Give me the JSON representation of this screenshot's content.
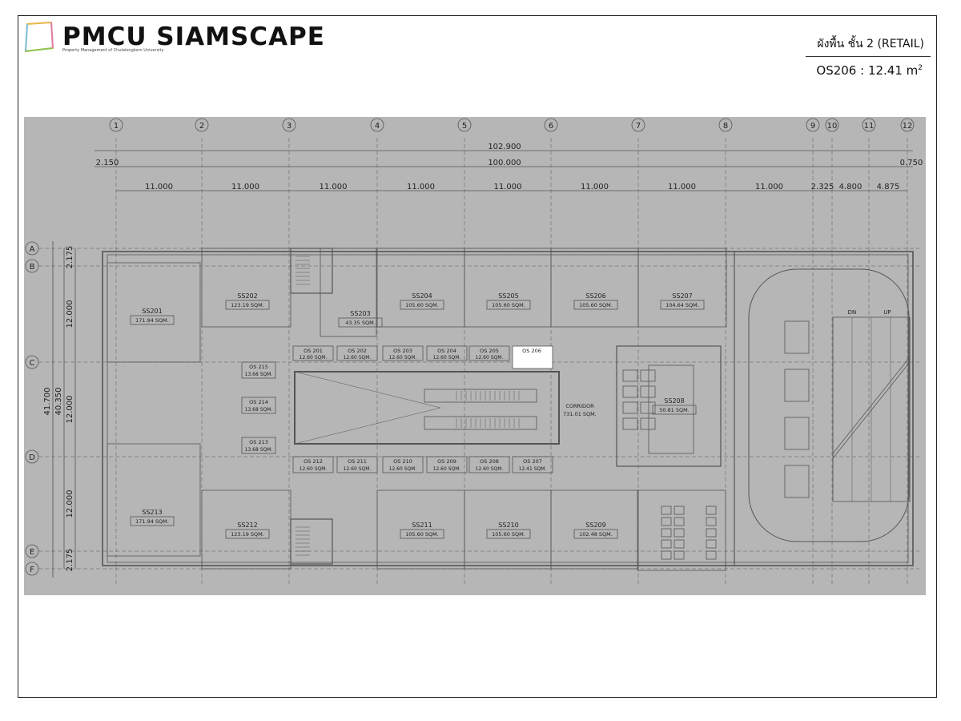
{
  "header": {
    "logo_text": "PMCU SIAMSCAPE",
    "logo_subtitle": "Property Management of Chulalongkorn University",
    "plan_title": "ผังพื้น ชั้น 2 (RETAIL)",
    "unit_label": "OS206 : 12.41 m",
    "unit_exp": "2"
  },
  "grid": {
    "columns": [
      "1",
      "2",
      "3",
      "4",
      "5",
      "6",
      "7",
      "8",
      "9",
      "10",
      "11",
      "12"
    ],
    "rows": [
      "A",
      "B",
      "C",
      "D",
      "E",
      "F"
    ]
  },
  "dimensions": {
    "total_outer": "102.900",
    "total_inner": "100.000",
    "left_offset": "2.150",
    "right_offset": "0.750",
    "bays": [
      "11.000",
      "11.000",
      "11.000",
      "11.000",
      "11.000",
      "11.000",
      "11.000",
      "11.000",
      "2.325",
      "4.800",
      "4.875"
    ],
    "vertical_outer": "41.700",
    "vertical_inner": "40.350",
    "vertical_bays": [
      "2.175",
      "12.000",
      "12.000",
      "12.000",
      "2.175"
    ]
  },
  "shops": [
    {
      "code": "SS201",
      "area": "171.94 SQM."
    },
    {
      "code": "SS202",
      "area": "123.19 SQM."
    },
    {
      "code": "SS203",
      "area": "43.35 SQM."
    },
    {
      "code": "SS204",
      "area": "105.60 SQM."
    },
    {
      "code": "SS205",
      "area": "105.60 SQM."
    },
    {
      "code": "SS206",
      "area": "105.60 SQM."
    },
    {
      "code": "SS207",
      "area": "104.64 SQM."
    },
    {
      "code": "SS208",
      "area": "50.81 SQM."
    },
    {
      "code": "SS209",
      "area": "102.48 SQM."
    },
    {
      "code": "SS210",
      "area": "105.60 SQM."
    },
    {
      "code": "SS211",
      "area": "105.60 SQM."
    },
    {
      "code": "SS212",
      "area": "123.19 SQM."
    },
    {
      "code": "SS213",
      "area": "171.94 SQM."
    }
  ],
  "kiosks_top": [
    {
      "code": "OS 201",
      "area": "12.60 SQM."
    },
    {
      "code": "OS 202",
      "area": "12.60 SQM."
    },
    {
      "code": "OS 203",
      "area": "12.60 SQM."
    },
    {
      "code": "OS 204",
      "area": "12.60 SQM."
    },
    {
      "code": "OS 205",
      "area": "12.60 SQM."
    },
    {
      "code": "OS 206",
      "area": ""
    }
  ],
  "kiosks_bottom": [
    {
      "code": "OS 212",
      "area": "12.60 SQM."
    },
    {
      "code": "OS 211",
      "area": "12.60 SQM."
    },
    {
      "code": "OS 210",
      "area": "12.60 SQM."
    },
    {
      "code": "OS 209",
      "area": "12.60 SQM."
    },
    {
      "code": "OS 208",
      "area": "12.60 SQM."
    },
    {
      "code": "OS 207",
      "area": "12.41 SQM."
    }
  ],
  "kiosks_side": [
    {
      "code": "OS 215",
      "area": "13.68 SQM."
    },
    {
      "code": "OS 214",
      "area": "13.68 SQM."
    },
    {
      "code": "OS 213",
      "area": "13.68 SQM."
    }
  ],
  "corridor": {
    "label": "CORRIDOR",
    "area": "731.01 SQM."
  },
  "ramp": {
    "dn": "DN",
    "up": "UP"
  },
  "colors": {
    "plan_bg": "#b6b6b6",
    "line": "#555555",
    "highlight": "#ffffff"
  }
}
